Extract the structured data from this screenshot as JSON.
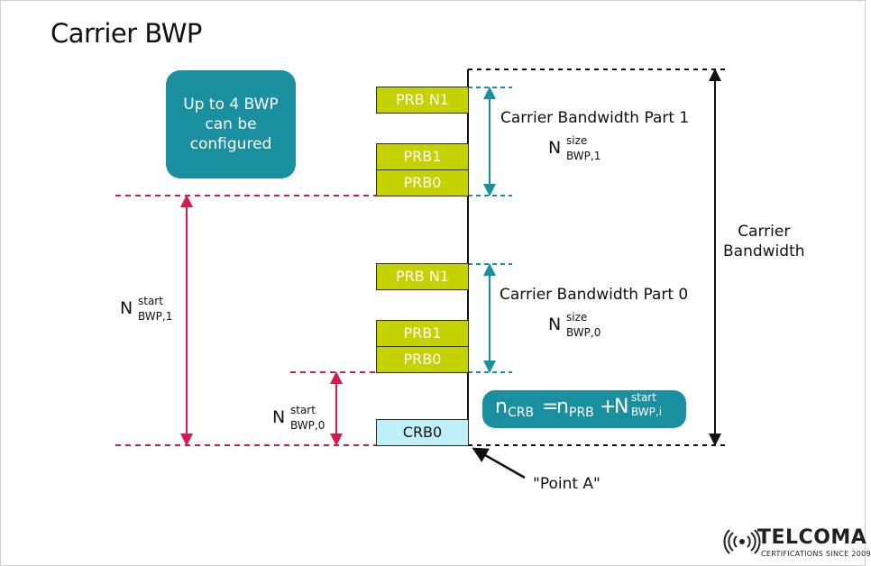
{
  "title": "Carrier BWP",
  "callout": "Up to 4 BWP\ncan be\nconfigured",
  "bwp1": {
    "blocks": [
      "PRB N1",
      "PRB1",
      "PRB0"
    ],
    "label": "Carrier Bandwidth Part 1",
    "size_base": "N",
    "size_sup": "size",
    "size_sub": "BWP,1"
  },
  "bwp0": {
    "blocks": [
      "PRB N1",
      "PRB1",
      "PRB0"
    ],
    "label": "Carrier Bandwidth Part 0",
    "size_base": "N",
    "size_sup": "size",
    "size_sub": "BWP,0"
  },
  "crb0": "CRB0",
  "carrier_bandwidth": "Carrier\nBandwidth",
  "start1": {
    "base": "N",
    "sup": "start",
    "sub": "BWP,1"
  },
  "start0": {
    "base": "N",
    "sup": "start",
    "sub": "BWP,0"
  },
  "formula": {
    "n1": "n",
    "sub1": "CRB",
    "eq": "=",
    "n2": "n",
    "sub2": "PRB",
    "plus": "+",
    "n3": "N",
    "sup3": "start",
    "sub3": "BWP,i"
  },
  "point_a": "\"Point A\"",
  "logo": {
    "brand": "TELCOMA",
    "tagline": "CERTIFICATIONS SINCE 2009"
  },
  "colors": {
    "teal": "#1a8fa0",
    "prb_green": "#c3d200",
    "crb_cyan": "#bff0f8",
    "red_dashed": "#d81b4a",
    "teal_line": "#1a8fa0"
  }
}
